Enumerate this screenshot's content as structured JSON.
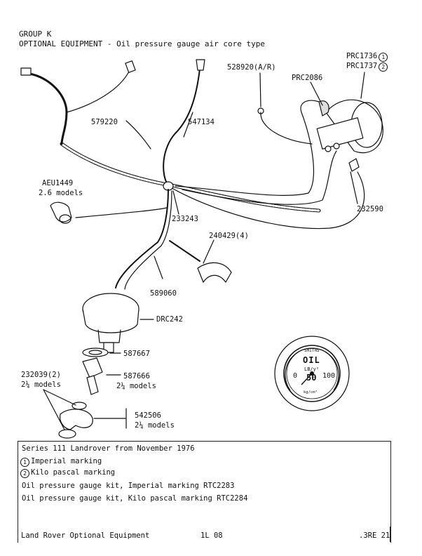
{
  "header": {
    "group": "GROUP K",
    "title": "OPTIONAL EQUIPMENT - Oil pressure gauge air core type"
  },
  "parts": {
    "prc1736": "PRC1736",
    "prc1737": "PRC1737",
    "marker1": "1",
    "marker2": "2",
    "p528920": "528920(A/R)",
    "prc2086": "PRC2086",
    "p579220": "579220",
    "p547134": "547134",
    "aeu1449": "AEU1449",
    "aeu1449_note": "2.6 models",
    "p232590": "232590",
    "p233243": "233243",
    "p240429": "240429(4)",
    "p589060": "589060",
    "drc242": "DRC242",
    "p587667": "587667",
    "p587666": "587666",
    "p587666_note": "2¼ models",
    "p232039": "232039(2)",
    "p232039_note": "2¼ models",
    "p542506": "542506",
    "p542506_note": "2¼ models"
  },
  "gauge": {
    "oil": "OIL",
    "unit": "LB/γ²",
    "center": "50",
    "min": "0",
    "max": "100",
    "small_unit": "kg/cm²",
    "maker": "SMITHS"
  },
  "info_box": {
    "line1": "Series 111 Landrover from November 1976",
    "note1_marker": "1",
    "note1": "Imperial marking",
    "note2_marker": "2",
    "note2": "Kilo pascal marking",
    "kit1": "Oil pressure gauge kit, Imperial marking RTC2283",
    "kit2": "Oil pressure gauge kit, Kilo pascal marking RTC2284"
  },
  "footer": {
    "left": "Land Rover Optional Equipment",
    "center": "1L 08",
    "right": ".3RE 21"
  }
}
